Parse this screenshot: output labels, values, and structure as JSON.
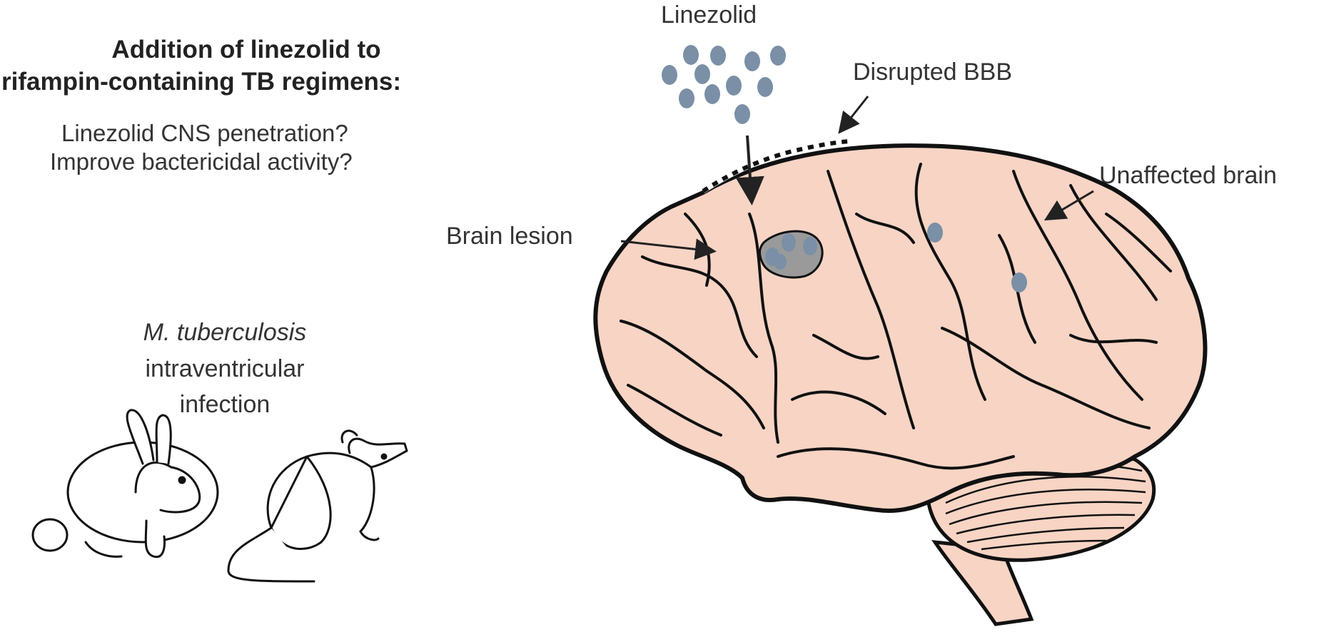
{
  "heading": {
    "line1": "Addition of linezolid to",
    "line2": "rifampin-containing TB regimens:"
  },
  "questions": {
    "q1": "Linezolid CNS penetration?",
    "q2": "Improve bactericidal activity?"
  },
  "infection": {
    "organism": "M. tuberculosis",
    "line2": "intraventricular",
    "line3": "infection"
  },
  "labels": {
    "drug": "Linezolid",
    "bbb": "Disrupted BBB",
    "unaffected": "Unaffected brain",
    "lesion": "Brain lesion"
  },
  "colors": {
    "brain_fill": "#f7d4c4",
    "drug_dot": "#7b8fa6",
    "lesion_fill": "#9a9a9a",
    "outline": "#111111"
  }
}
